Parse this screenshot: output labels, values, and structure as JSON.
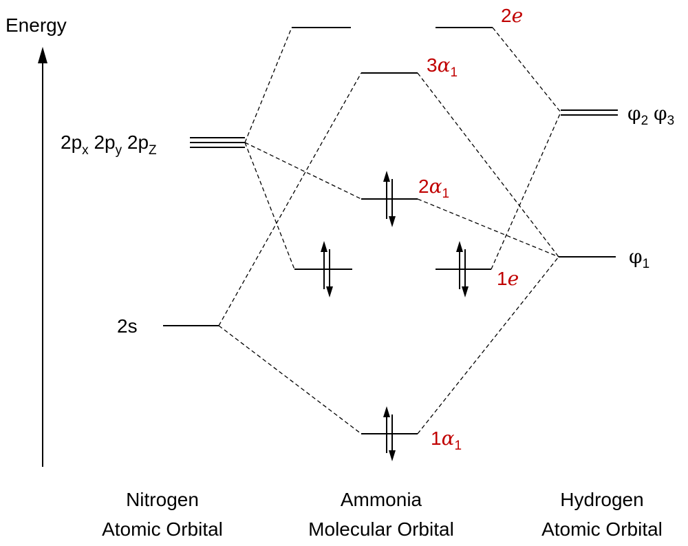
{
  "axis": {
    "label": "Energy"
  },
  "nitrogen": {
    "p_labels": {
      "px": "2p",
      "px_sub": "x",
      "py": "2p",
      "py_sub": "y",
      "pz": "2p",
      "pz_sub": "Z"
    },
    "s_label": "2s"
  },
  "ammonia": {
    "mo_2e": {
      "num": "2",
      "sym": "e"
    },
    "mo_3a1": {
      "num": "3",
      "sym": "α",
      "sub": "1"
    },
    "mo_2a1": {
      "num": "2",
      "sym": "α",
      "sub": "1"
    },
    "mo_1e": {
      "num": "1",
      "sym": "e"
    },
    "mo_1a1": {
      "num": "1",
      "sym": "α",
      "sub": "1"
    }
  },
  "hydrogen": {
    "phi23": {
      "phi2": "φ",
      "sub2": "2",
      "phi3": "φ",
      "sub3": "3"
    },
    "phi1": {
      "phi": "φ",
      "sub": "1"
    }
  },
  "captions": {
    "left_line1": "Nitrogen",
    "left_line2": "Atomic Orbital",
    "mid_line1": "Ammonia",
    "mid_line2": "Molecular Orbital",
    "right_line1": "Hydrogen",
    "right_line2": "Atomic Orbital"
  },
  "colors": {
    "mo_label": "#c00000",
    "line": "#000000"
  }
}
